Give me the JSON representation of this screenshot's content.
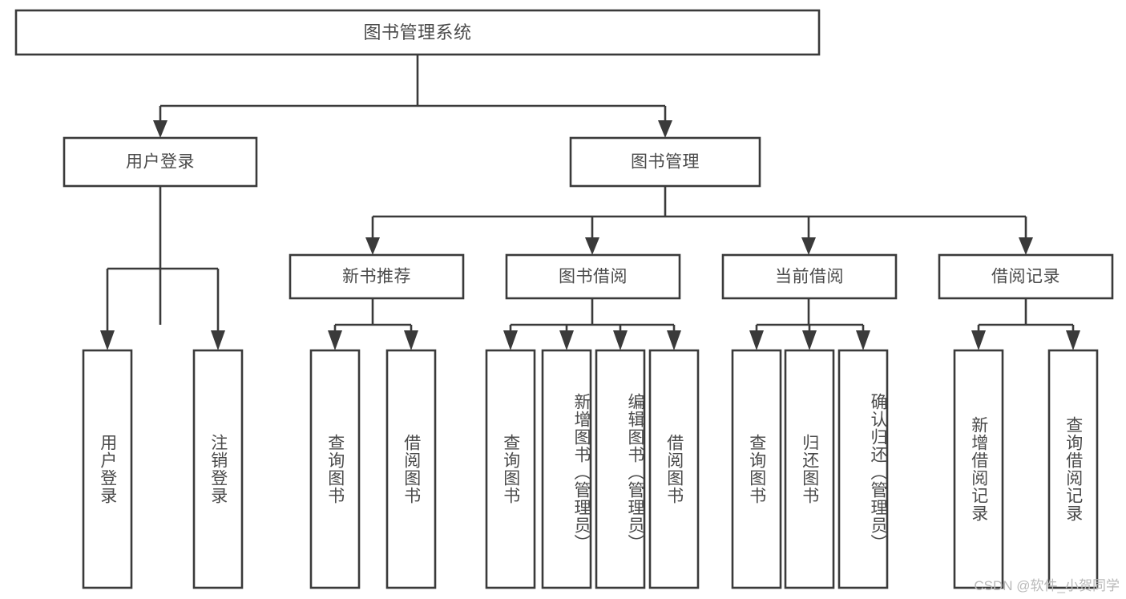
{
  "diagram": {
    "title": "图书管理系统",
    "type": "tree",
    "watermark": "CSDN @软件_小贺同学",
    "colors": {
      "stroke": "#3a3a3a",
      "fill": "#ffffff",
      "text": "#4a4a4a",
      "watermark": "#b9b9b9",
      "background": "#ffffff"
    },
    "levels": {
      "root": "图书管理系统",
      "level1": [
        "用户登录",
        "图书管理"
      ],
      "level2": [
        "新书推荐",
        "图书借阅",
        "当前借阅",
        "借阅记录"
      ]
    },
    "nodes": {
      "root": {
        "label": "图书管理系统"
      },
      "user_login": {
        "label": "用户登录"
      },
      "book_manage": {
        "label": "图书管理"
      },
      "new_book_rec": {
        "label": "新书推荐"
      },
      "book_borrow": {
        "label": "图书借阅"
      },
      "current_borrow": {
        "label": "当前借阅"
      },
      "borrow_record": {
        "label": "借阅记录"
      }
    },
    "leaves": {
      "user_login": [
        {
          "label": "用户登录"
        },
        {
          "label": "注销登录"
        }
      ],
      "new_book_rec": [
        {
          "label": "查询图书"
        },
        {
          "label": "借阅图书"
        }
      ],
      "book_borrow": [
        {
          "label": "查询图书"
        },
        {
          "label": "新增图书（管理员）"
        },
        {
          "label": "编辑图书（管理员）"
        },
        {
          "label": "借阅图书"
        }
      ],
      "current_borrow": [
        {
          "label": "查询图书"
        },
        {
          "label": "归还图书"
        },
        {
          "label": "确认归还（管理员）"
        }
      ],
      "borrow_record": [
        {
          "label": "新增借阅记录"
        },
        {
          "label": "查询借阅记录"
        }
      ]
    }
  }
}
